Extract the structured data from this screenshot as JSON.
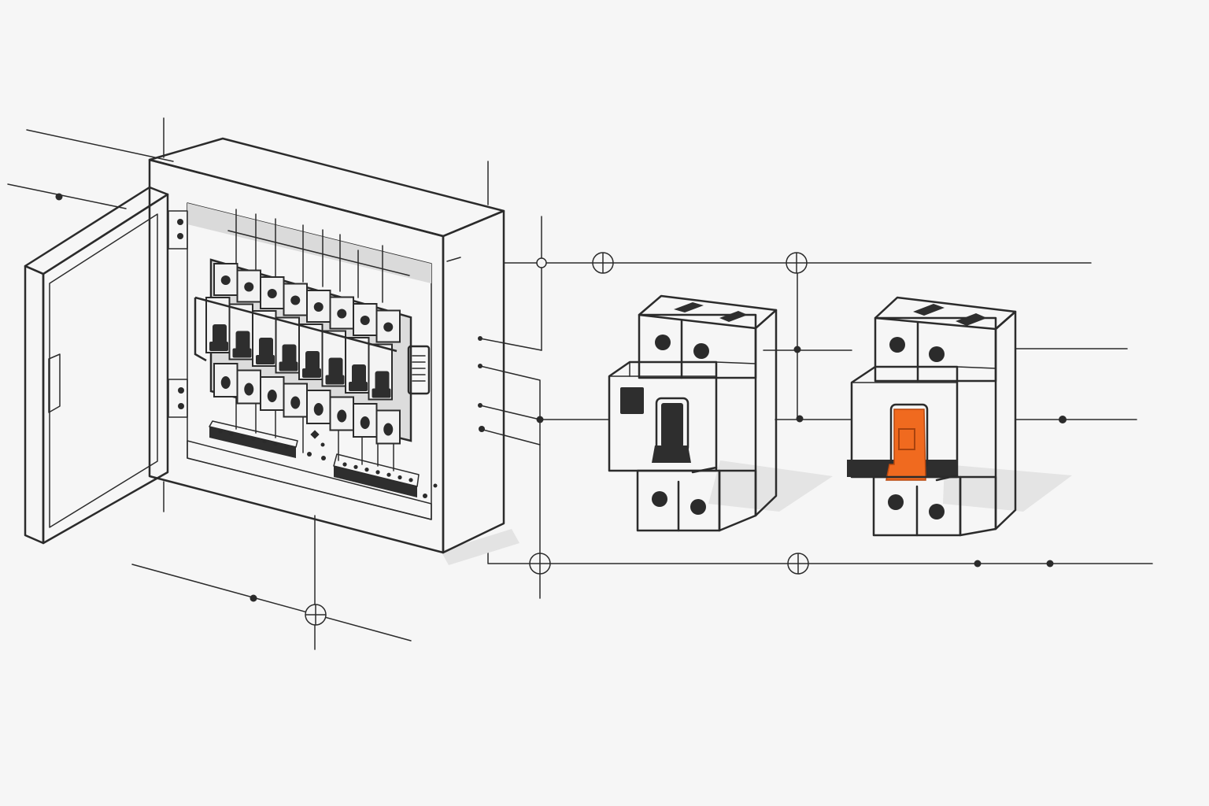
{
  "colors": {
    "background": "#f6f6f6",
    "ink": "#2b2b2b",
    "body": "#f2f2f2",
    "body_shade": "#dcdcdc",
    "toggle_dark": "#2e2e2e",
    "accent_orange": "#f06a1f",
    "shadow": "#e3e3e3"
  },
  "panel": {
    "breaker_count": 8,
    "door_state": "open"
  },
  "devices": [
    {
      "name": "residual-current-device",
      "toggle_color": "dark",
      "has_test_button": true
    },
    {
      "name": "circuit-breaker",
      "toggle_color": "orange",
      "has_test_button": false
    }
  ],
  "icons": [
    "crosshair-junction-icon",
    "dot-junction-icon",
    "open-circle-junction-icon"
  ]
}
